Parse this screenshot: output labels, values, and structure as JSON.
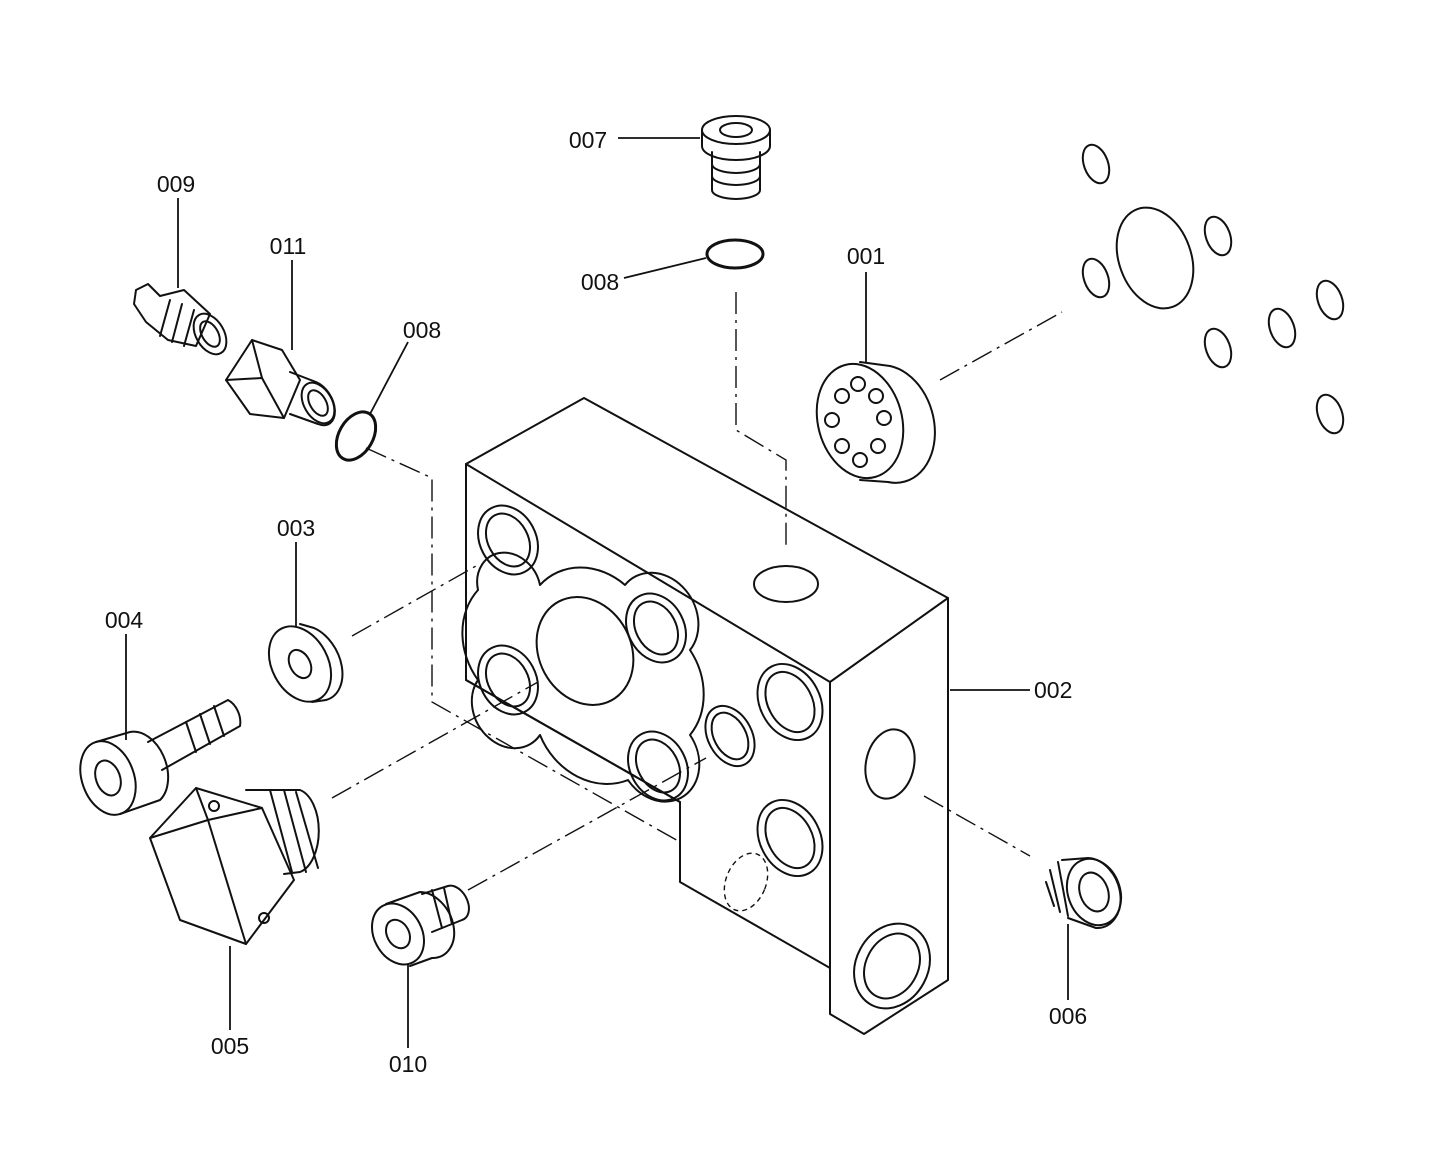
{
  "diagram": {
    "callouts": [
      {
        "id": "001",
        "label": "001"
      },
      {
        "id": "002",
        "label": "002"
      },
      {
        "id": "003",
        "label": "003"
      },
      {
        "id": "004",
        "label": "004"
      },
      {
        "id": "005",
        "label": "005"
      },
      {
        "id": "006",
        "label": "006"
      },
      {
        "id": "007",
        "label": "007"
      },
      {
        "id": "008a",
        "label": "008"
      },
      {
        "id": "008b",
        "label": "008"
      },
      {
        "id": "009",
        "label": "009"
      },
      {
        "id": "010",
        "label": "010"
      },
      {
        "id": "011",
        "label": "011"
      }
    ]
  }
}
